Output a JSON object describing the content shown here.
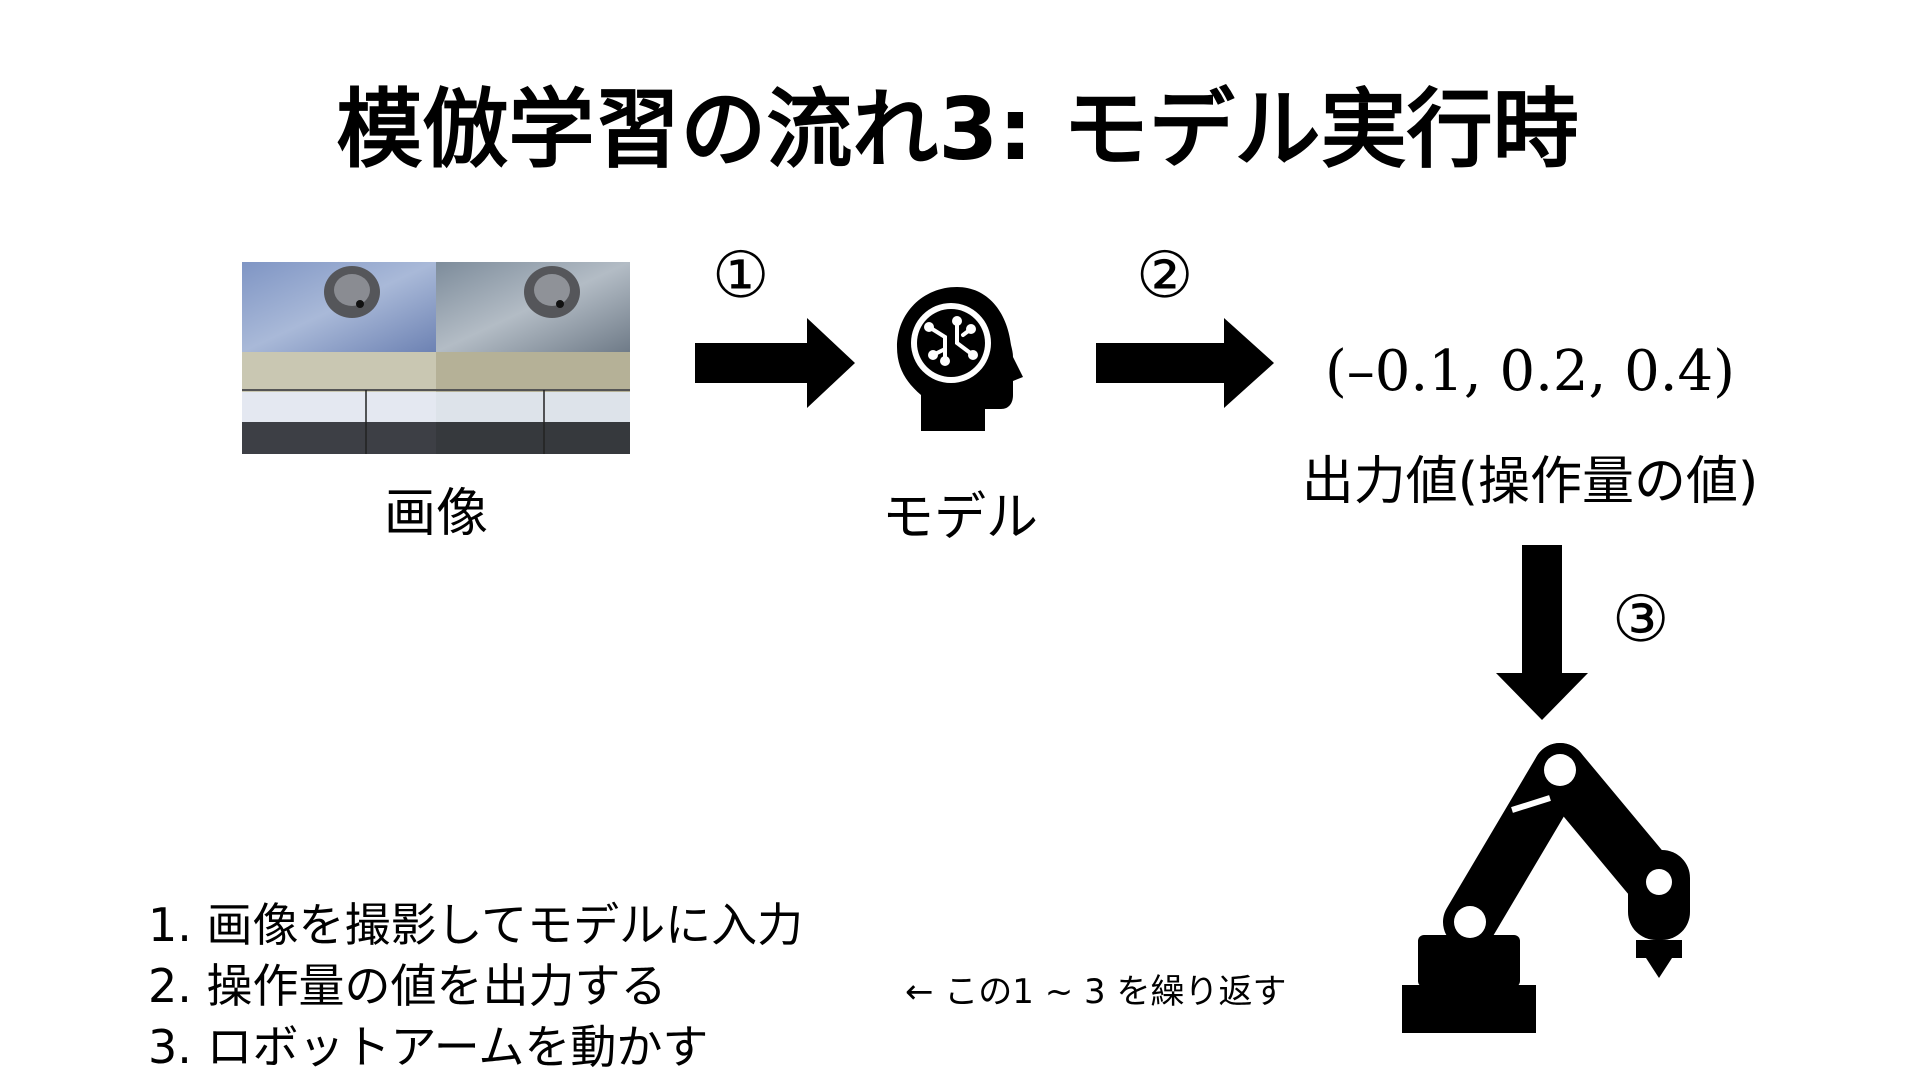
{
  "title": "模倣学習の流れ3: モデル実行時",
  "image_label": "画像",
  "model_label": "モデル",
  "output_value": "(–0.1, 0.2, 0.4)",
  "output_label": "出力値(操作量の値)",
  "step_markers": [
    "①",
    "②",
    "③"
  ],
  "steps": [
    "1. 画像を撮影してモデルに入力",
    "2. 操作量の値を出力する",
    "3. ロボットアームを動かす"
  ],
  "repeat_note": "← この1 ~ 3 を繰り返す",
  "icons": [
    "camera-image",
    "brain-head-icon",
    "robot-arm-icon",
    "arrow-right-icon",
    "arrow-down-icon"
  ]
}
